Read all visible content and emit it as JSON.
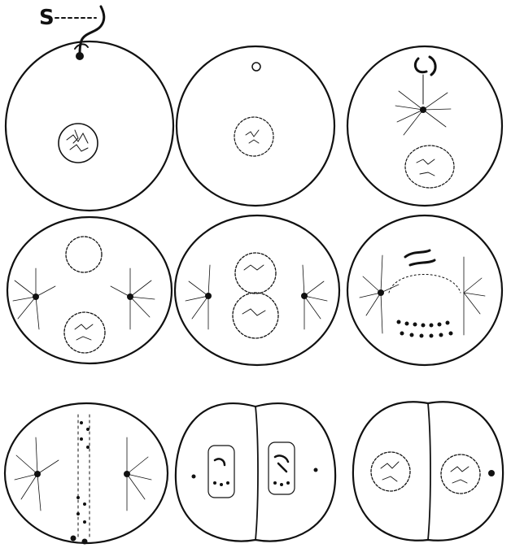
{
  "figure": {
    "sperm_label": "S",
    "cells": [
      {
        "id": "cell-1",
        "nucleus": "single-nucleus",
        "description_name": "sperm-entry"
      },
      {
        "id": "cell-2",
        "nucleus": "single-nucleus"
      },
      {
        "id": "cell-3",
        "nucleus": "single-nucleus"
      },
      {
        "id": "cell-4",
        "nucleus": "two-pronuclei"
      },
      {
        "id": "cell-5",
        "nucleus": "fusing-pronuclei"
      },
      {
        "id": "cell-6",
        "nucleus": "chromosomes"
      },
      {
        "id": "cell-7",
        "nucleus": "anaphase"
      },
      {
        "id": "cell-8",
        "nucleus": "cleavage"
      },
      {
        "id": "cell-9",
        "nucleus": "two-cell"
      }
    ]
  }
}
